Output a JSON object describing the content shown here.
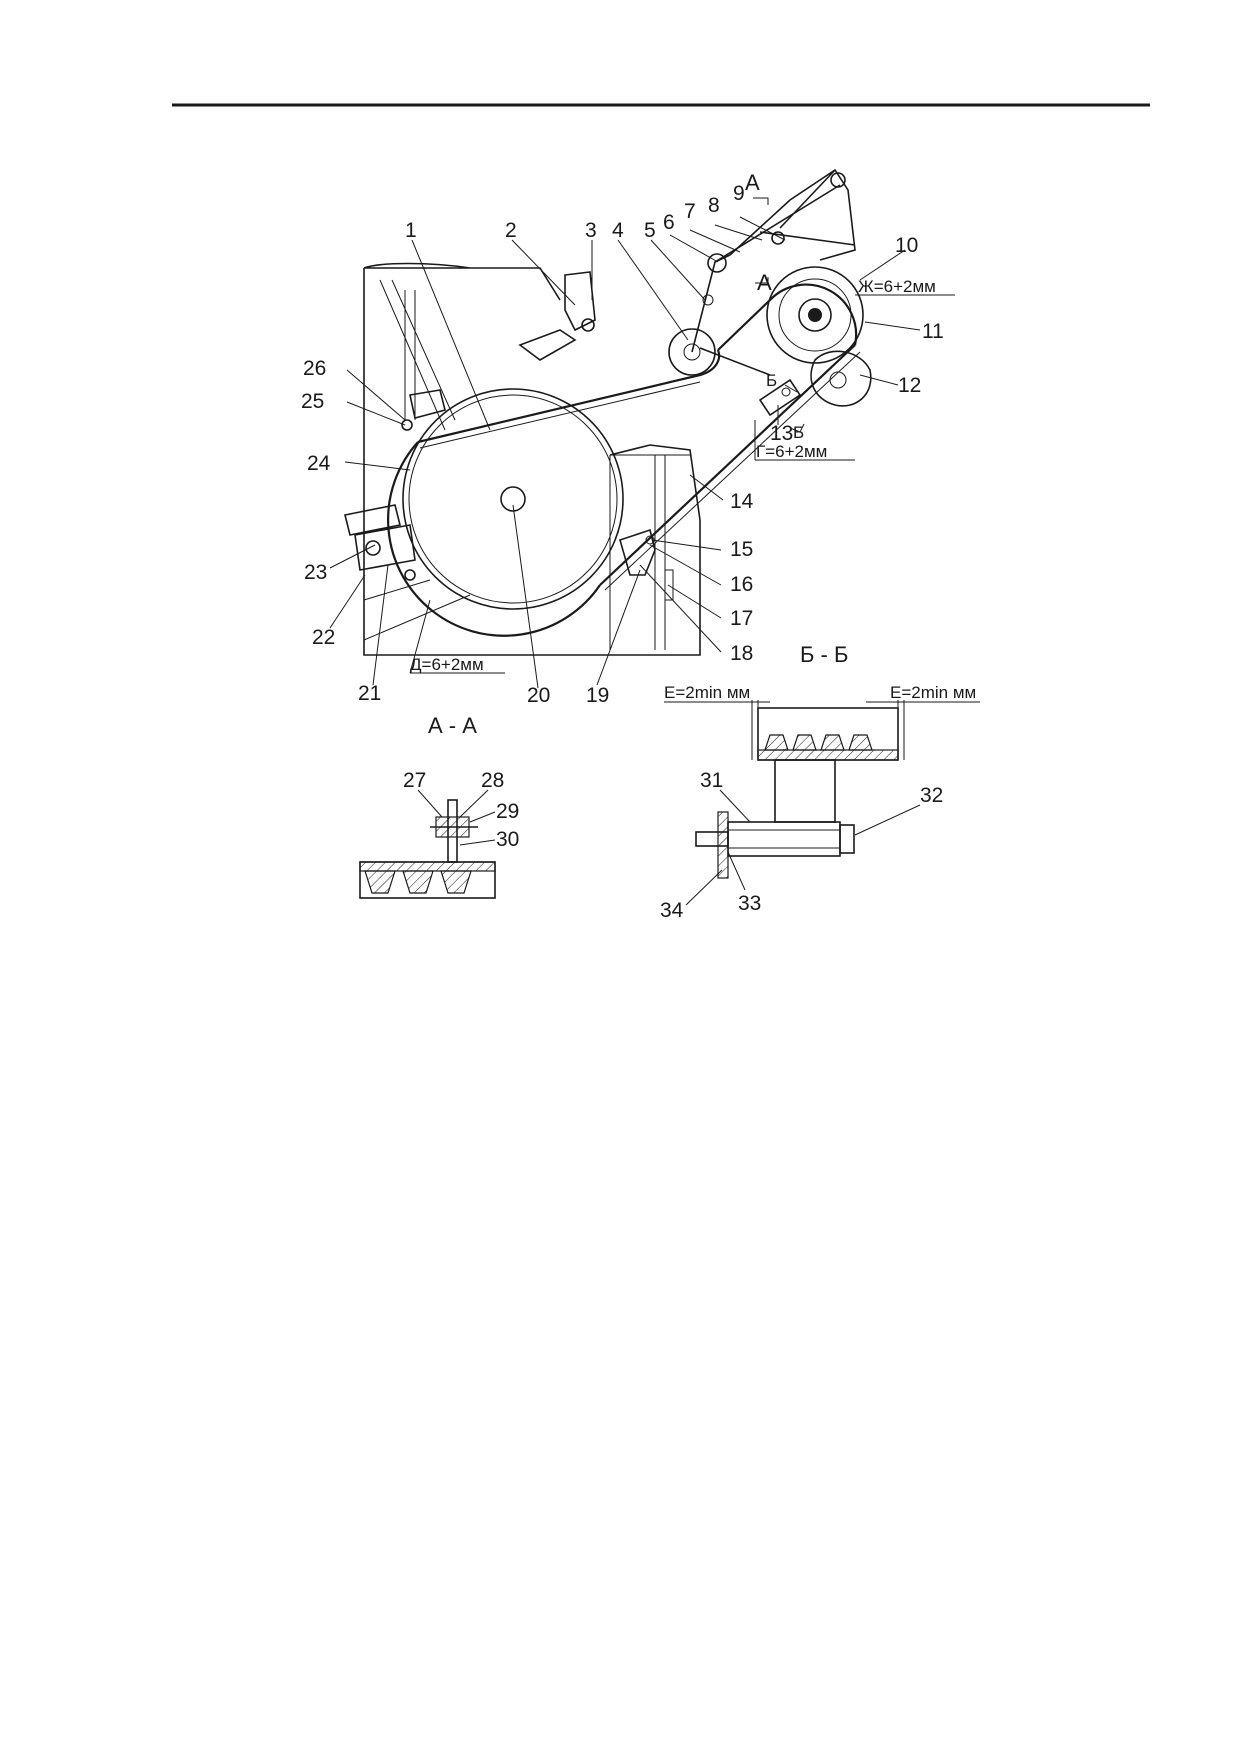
{
  "callouts": [
    "1",
    "2",
    "3",
    "4",
    "5",
    "6",
    "7",
    "8",
    "9",
    "10",
    "11",
    "12",
    "13",
    "14",
    "15",
    "16",
    "17",
    "18",
    "19",
    "20",
    "21",
    "22",
    "23",
    "24",
    "25",
    "26",
    "27",
    "28",
    "29",
    "30",
    "31",
    "32",
    "33",
    "34"
  ],
  "dimensions": {
    "zh": "Ж=6+2мм",
    "g": "Г=6+2мм",
    "d": "Д=6+2мм",
    "e_left": "Е=2min мм",
    "e_right": "Е=2min мм"
  },
  "section_marks": {
    "a_top": "А",
    "a_mid": "А",
    "b_mid": "Б",
    "b_low": "Б"
  },
  "section_titles": {
    "aa": "А - А",
    "bb": "Б - Б"
  }
}
